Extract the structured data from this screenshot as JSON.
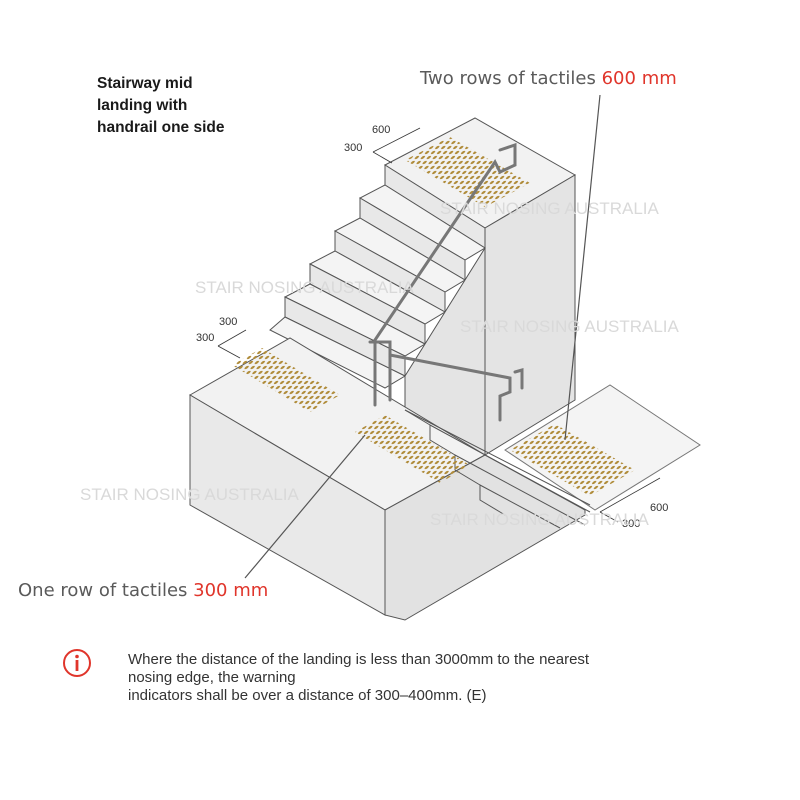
{
  "title": {
    "lines": [
      "Stairway mid",
      "landing with",
      "handrail one side"
    ]
  },
  "callouts": {
    "top": {
      "text": "Two rows of tactiles ",
      "highlight": "600 mm"
    },
    "bottom": {
      "text": "One row of tactiles ",
      "highlight": "300 mm"
    }
  },
  "dimensions": {
    "top_width": "600",
    "top_depth": "300",
    "mid_width": "300",
    "mid_depth": "300",
    "bottom_width": "600",
    "bottom_depth": "300"
  },
  "watermark": "STAIR NOSING AUSTRALIA",
  "note": {
    "icon": "info-icon",
    "lines": [
      "Where the distance of the landing is less than 3000mm to the nearest",
      "nosing edge,  the warning",
      "indicators shall be over a distance of 300–400mm. (E)"
    ]
  },
  "colors": {
    "highlight": "#e0352b",
    "tactile": "#b08c3a",
    "block_top": "#f2f2f2",
    "block_side": "#e2e2e2"
  }
}
